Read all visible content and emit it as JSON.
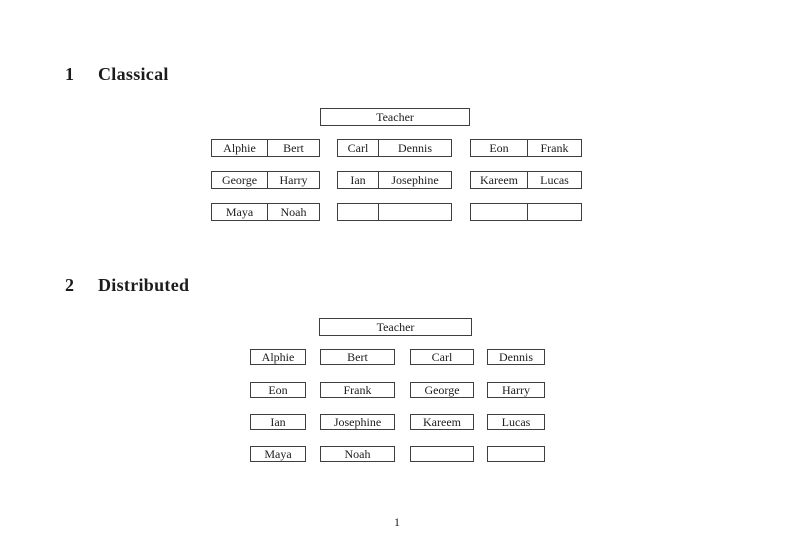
{
  "classical": {
    "heading_number": "1",
    "heading_title": "Classical",
    "teacher_label": "Teacher",
    "rows": [
      [
        {
          "left": "Alphie",
          "right": "Bert"
        },
        {
          "left": "Carl",
          "right": "Dennis"
        },
        {
          "left": "Eon",
          "right": "Frank"
        }
      ],
      [
        {
          "left": "George",
          "right": "Harry"
        },
        {
          "left": "Ian",
          "right": "Josephine"
        },
        {
          "left": "Kareem",
          "right": "Lucas"
        }
      ],
      [
        {
          "left": "Maya",
          "right": "Noah"
        },
        {
          "left": "",
          "right": ""
        },
        {
          "left": "",
          "right": ""
        }
      ]
    ]
  },
  "distributed": {
    "heading_number": "2",
    "heading_title": "Distributed",
    "teacher_label": "Teacher",
    "rows": [
      [
        "Alphie",
        "Bert",
        "Carl",
        "Dennis"
      ],
      [
        "Eon",
        "Frank",
        "George",
        "Harry"
      ],
      [
        "Ian",
        "Josephine",
        "Kareem",
        "Lucas"
      ],
      [
        "Maya",
        "Noah",
        "",
        ""
      ]
    ]
  },
  "footer": {
    "page_number": "1"
  },
  "colors": {
    "text": "#1c1c1c",
    "border": "#3f3f3f",
    "background": "#ffffff"
  }
}
